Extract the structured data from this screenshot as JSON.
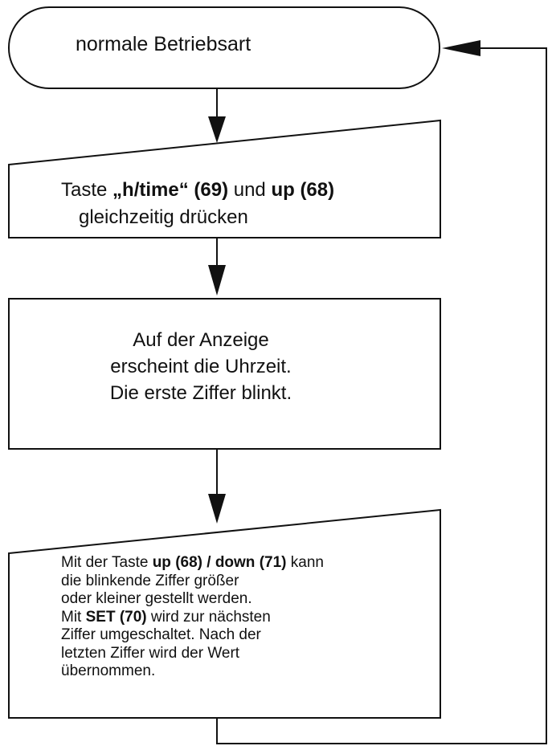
{
  "steps": {
    "start": {
      "text": "normale Betriebsart"
    },
    "step1": {
      "prefix": "Taste ",
      "key1": "„h/time“ (69)",
      "middle": " und ",
      "key2": "up (68)",
      "line2": "gleichzeitig drücken"
    },
    "step2": {
      "line1": "Auf der Anzeige",
      "line2": "erscheint die Uhrzeit.",
      "line3": "Die erste Ziffer blinkt."
    },
    "step3": {
      "line1_prefix": "Mit der Taste ",
      "line1_bold": "up (68) / down (71)",
      "line1_suffix": " kann",
      "line2": "die blinkende Ziffer größer",
      "line3": "oder kleiner gestellt werden.",
      "line4_prefix": "Mit ",
      "line4_bold": "SET (70)",
      "line4_suffix": " wird zur nächsten",
      "line5": "Ziffer umgeschaltet. Nach der",
      "line6": "letzten Ziffer wird der Wert",
      "line7": "übernommen."
    }
  },
  "colors": {
    "stroke": "#111111",
    "background": "#ffffff"
  }
}
